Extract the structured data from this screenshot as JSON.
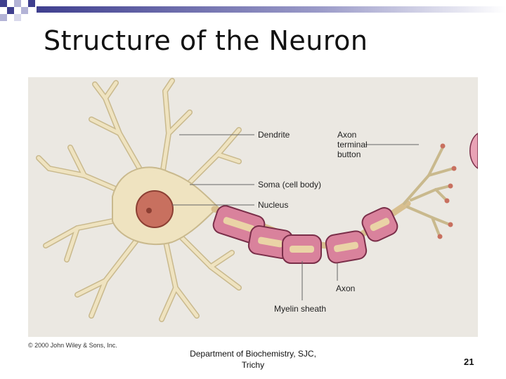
{
  "slide": {
    "title": "Structure of the Neuron",
    "copyright": "© 2000 John Wiley & Sons, Inc.",
    "footer_line1": "Department of Biochemistry, SJC,",
    "footer_line2": "Trichy",
    "page_number": "21"
  },
  "diagram": {
    "labels": {
      "dendrite": "Dendrite",
      "soma": "Soma (cell body)",
      "nucleus": "Nucleus",
      "axon_terminal_1": "Axon",
      "axon_terminal_2": "terminal",
      "axon_terminal_3": "button",
      "axon": "Axon",
      "myelin_sheath": "Myelin sheath"
    },
    "colors": {
      "figure_bg": "#ebe8e2",
      "cell_body": "#efe3c0",
      "nucleus": "#c8705f",
      "myelin": "#d9829c",
      "axon_core": "#ead3a6",
      "title_deco": "#3f3f8f"
    }
  }
}
